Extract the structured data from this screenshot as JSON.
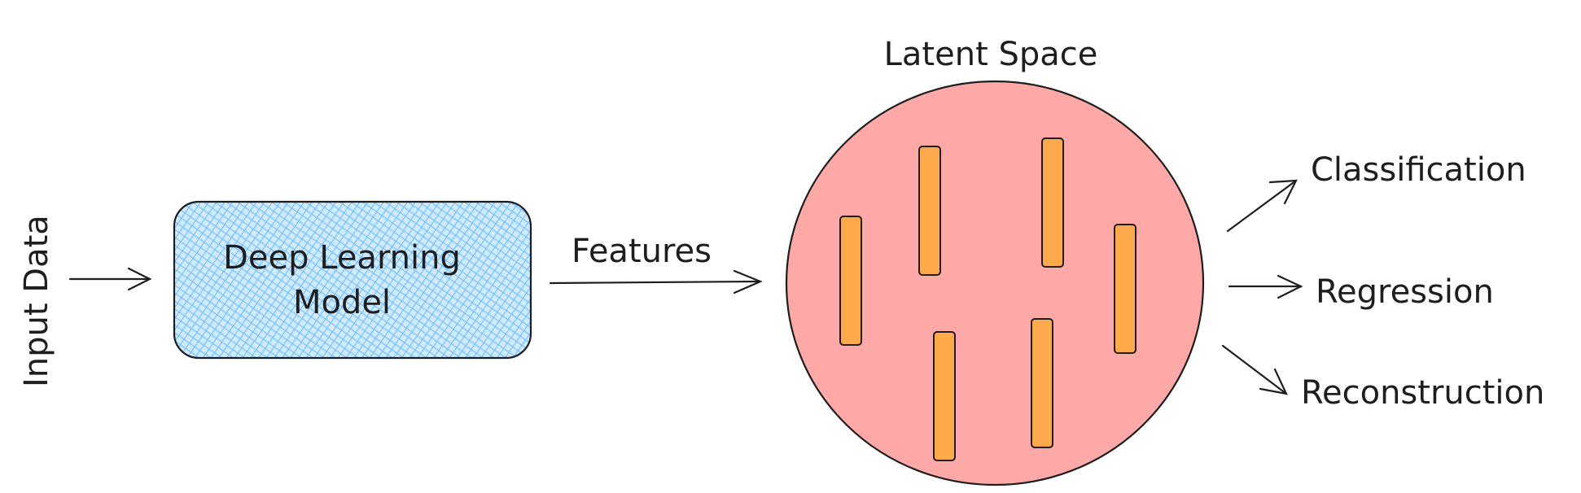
{
  "input_label": "Input Data",
  "model_label_line1": "Deep Learning",
  "model_label_line2": "Model",
  "features_label": "Features",
  "latent_space_label": "Latent Space",
  "outputs": {
    "classification": "Classification",
    "regression": "Regression",
    "reconstruction": "Reconstruction"
  },
  "colors": {
    "stroke": "#1e1e1e",
    "model_fill": "#a5d8ff",
    "model_hatch": "#4dabf7",
    "latent_fill": "#ffa8a8",
    "feature_bar_fill": "#ffa94d"
  }
}
